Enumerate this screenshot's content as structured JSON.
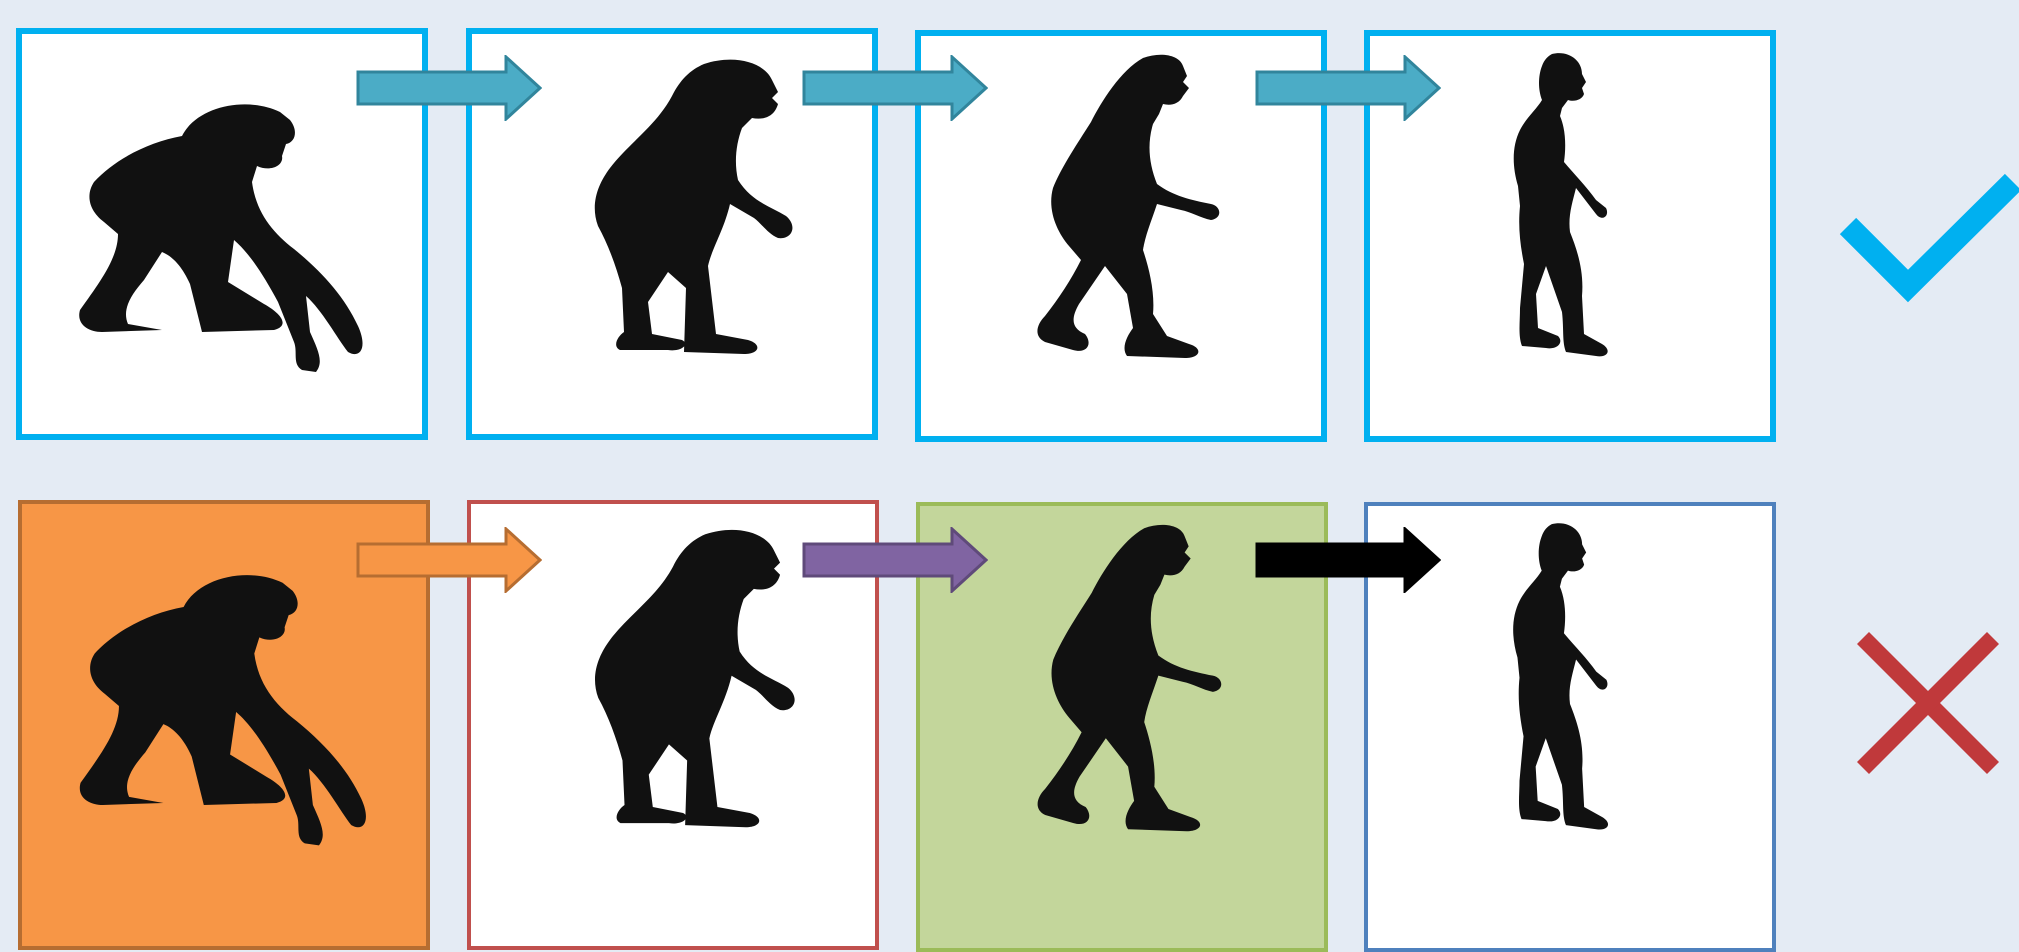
{
  "rows": [
    {
      "name": "consistent-style",
      "panel_fills": [
        "#ffffff",
        "#ffffff",
        "#ffffff",
        "#ffffff"
      ],
      "panel_borders": [
        "#00b0f0",
        "#00b0f0",
        "#00b0f0",
        "#00b0f0"
      ],
      "arrow_fills": [
        "#4bacc6",
        "#4bacc6",
        "#4bacc6"
      ],
      "arrow_strokes": [
        "#31859c",
        "#31859c",
        "#31859c"
      ],
      "verdict": "correct",
      "verdict_icon": "checkmark-icon",
      "verdict_color": "#00b0f0"
    },
    {
      "name": "inconsistent-style",
      "panel_fills": [
        "#f79646",
        "#ffffff",
        "#c3d69b",
        "#ffffff"
      ],
      "panel_borders": [
        "#b66d31",
        "#c0504d",
        "#9bbb59",
        "#4f81bd"
      ],
      "arrow_fills": [
        "#f79646",
        "#8064a2",
        "#000000"
      ],
      "arrow_strokes": [
        "#b66d31",
        "#5f4a7a",
        "#000000"
      ],
      "verdict": "incorrect",
      "verdict_icon": "cross-icon",
      "verdict_color": "#c0393b"
    }
  ],
  "figure_icons": [
    "ape-silhouette-icon",
    "early-hominid-silhouette-icon",
    "hominid-silhouette-icon",
    "human-silhouette-icon"
  ],
  "silhouette_color": "#111111"
}
